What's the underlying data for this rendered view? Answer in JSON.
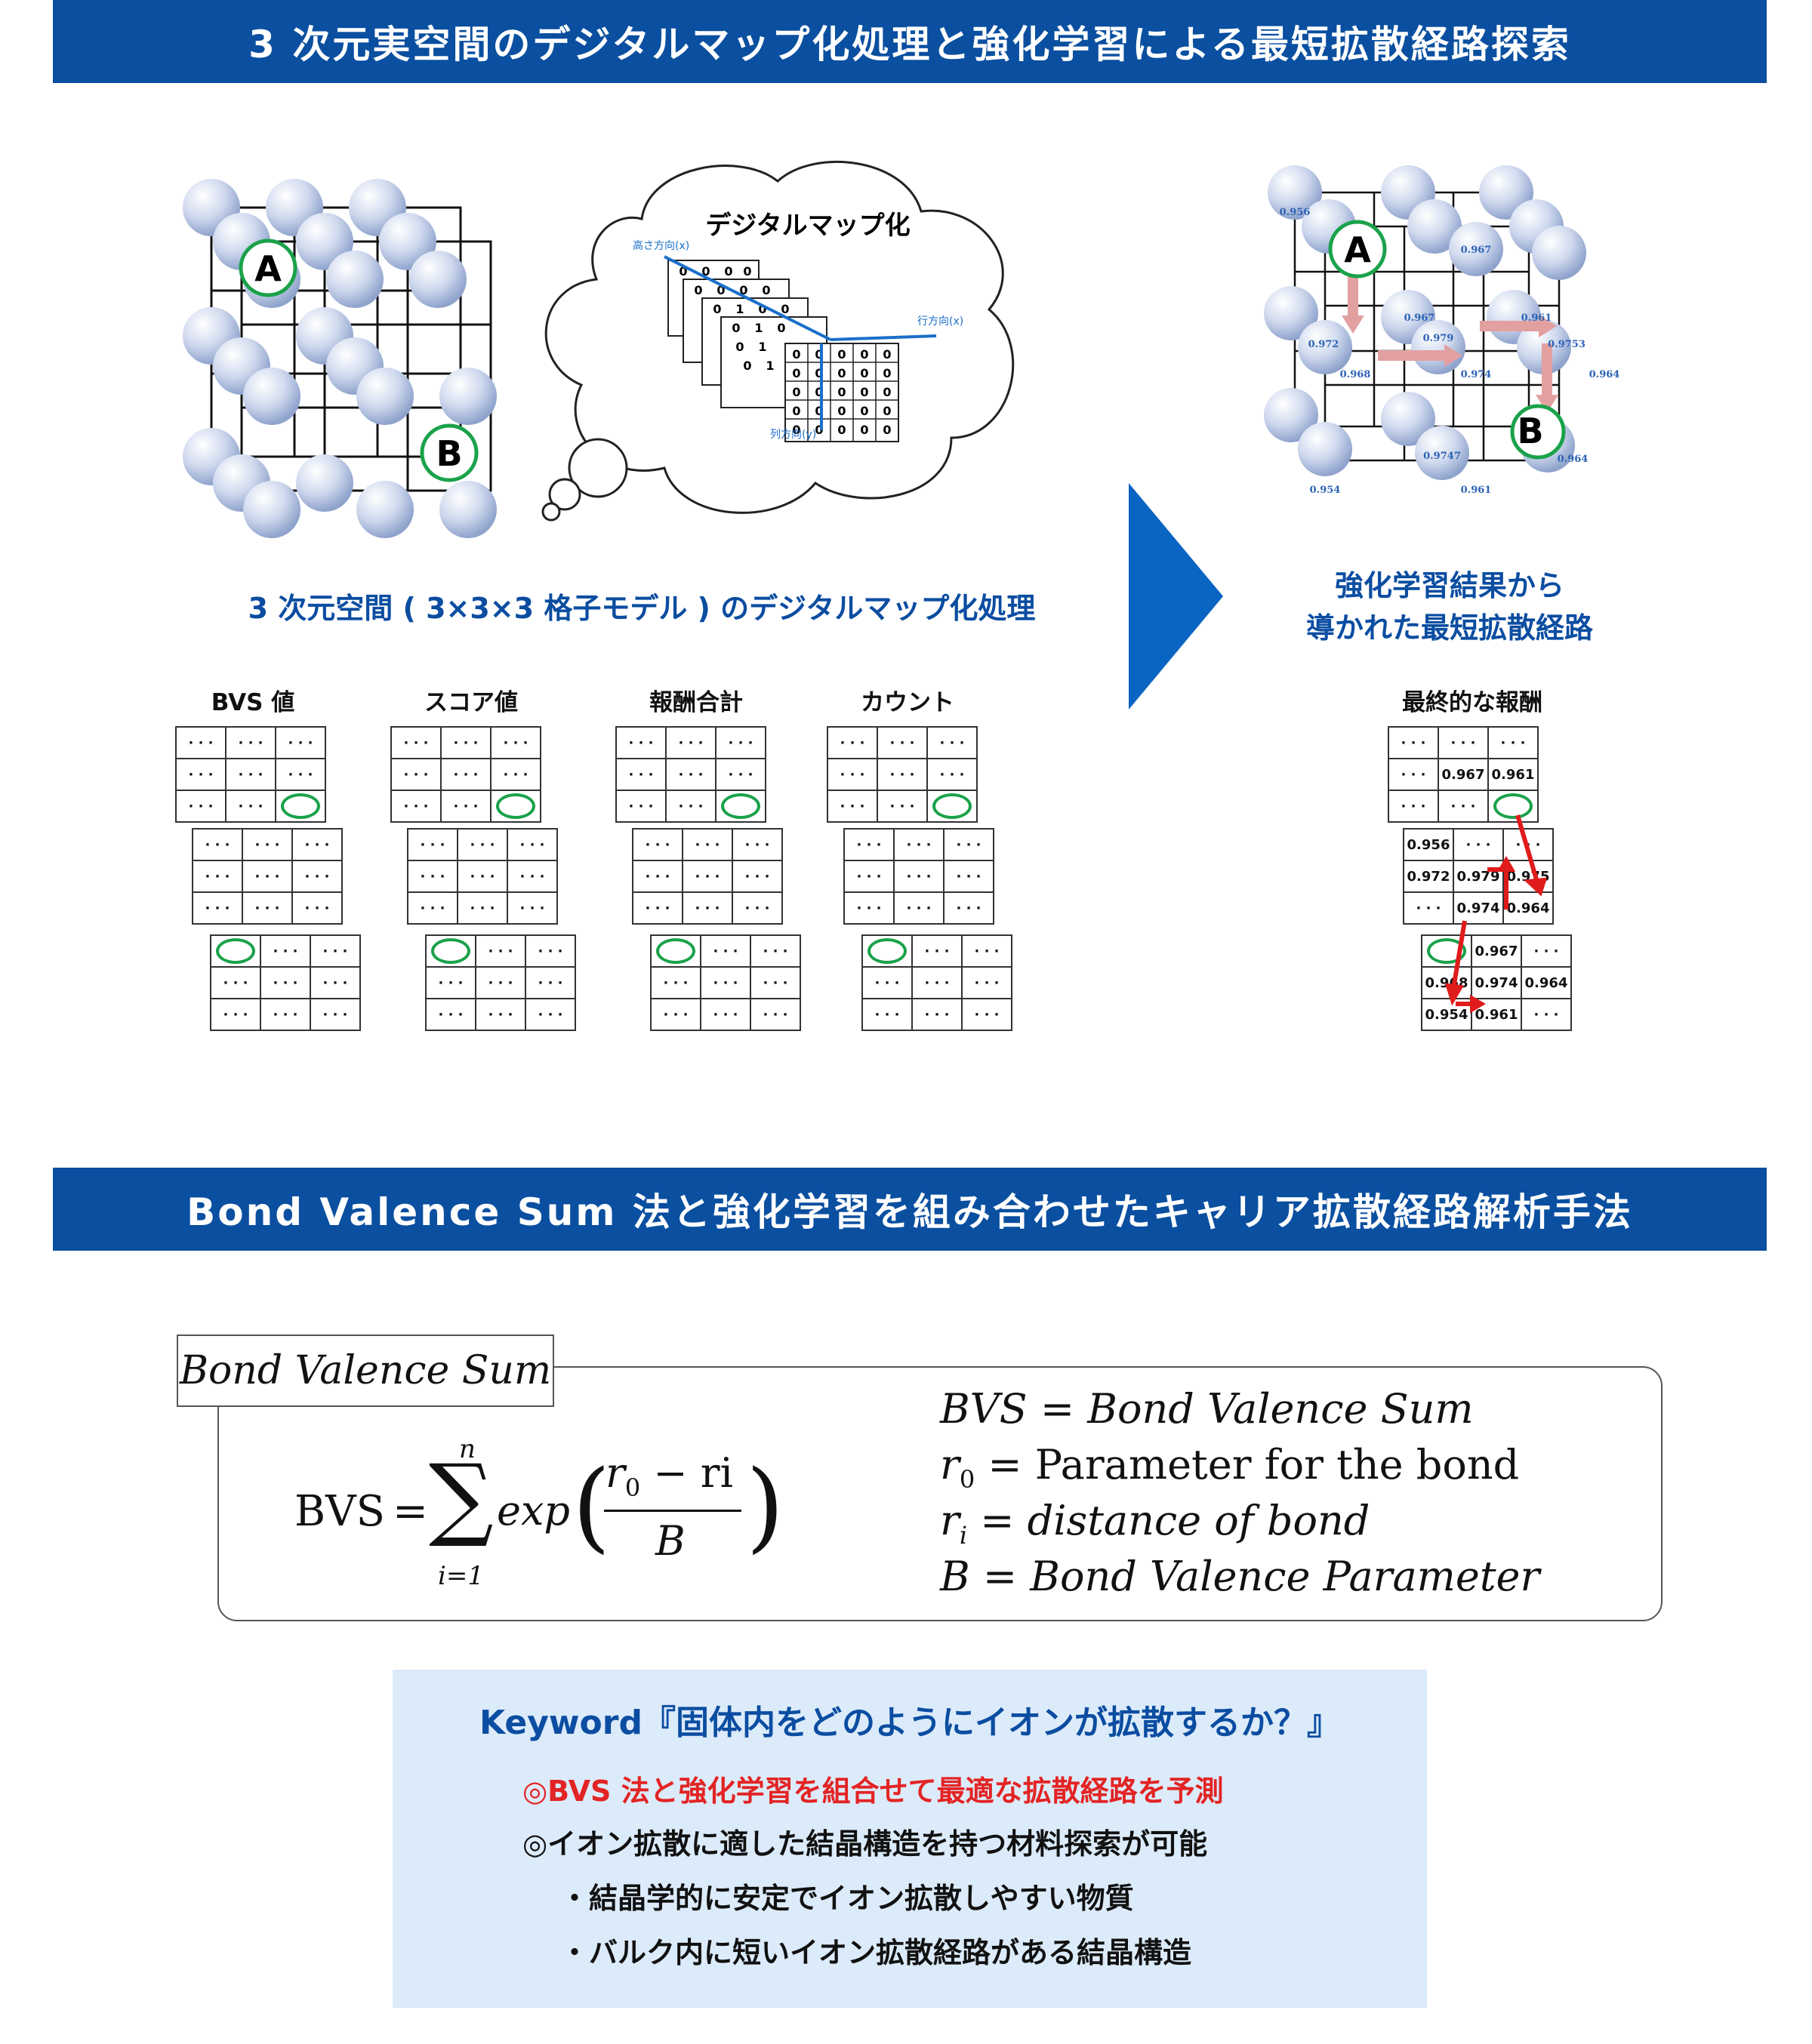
{
  "colors": {
    "banner": "#0a4fa0",
    "caption": "#0b4da1",
    "highlight_red": "#e01b1b",
    "ring_green": "#1aa24a"
  },
  "header1": "3 次元実空間のデジタルマップ化処理と強化学習による最短拡散経路探索",
  "header2": "Bond Valence Sum 法と強化学習を組み合わせたキャリア拡散経路解析手法",
  "lattice_left": {
    "point_a": "A",
    "point_b": "B"
  },
  "cloud": {
    "title": "デジタルマップ化",
    "axis_height": "高さ方向(x)",
    "axis_row": "行方向(x)",
    "axis_col": "列方向(y)",
    "digit_zero": "0",
    "digit_one": "1"
  },
  "caption_left": "3 次元空間 ( 3×3×3 格子モデル ) のデジタルマップ化処理",
  "caption_right_line1": "強化学習結果から",
  "caption_right_line2": "導かれた最短拡散経路",
  "lattice_right": {
    "point_a": "A",
    "point_b": "B",
    "values": [
      "0.956",
      "0.967",
      "0.967",
      "0.961",
      "0.972",
      "0.979",
      "0.9753",
      "0.964",
      "0.968",
      "0.974",
      "0.964",
      "0.9747",
      "0.954",
      "0.961"
    ]
  },
  "grid_labels": [
    "BVS 値",
    "スコア値",
    "報酬合計",
    "カウント",
    "最終的な報酬"
  ],
  "dots": "· · ·",
  "final_reward": {
    "layer1": [
      [
        "· · ·",
        "· · ·",
        "· · ·"
      ],
      [
        "· · ·",
        "0.967",
        "0.961"
      ],
      [
        "· · ·",
        "· · ·",
        ""
      ]
    ],
    "layer2": [
      [
        "0.956",
        "· · ·",
        "· · ·"
      ],
      [
        "0.972",
        "0.979",
        "0.975"
      ],
      [
        "· · ·",
        "0.974",
        "0.964"
      ]
    ],
    "layer3": [
      [
        "",
        "0.967",
        "· · ·"
      ],
      [
        "0.968",
        "0.974",
        "0.964"
      ],
      [
        "0.954",
        "0.961",
        "· · ·"
      ]
    ]
  },
  "formula": {
    "tag": "Bond Valence Sum",
    "lhs": "BVS",
    "eq": "=",
    "sum_top": "n",
    "sum_bottom": "i=1",
    "exp": "exp",
    "numer": "r",
    "numer_sub": "0",
    "numer_rest": " − ri",
    "denom": "B",
    "defs": [
      {
        "sym": "BVS",
        "sub": "",
        "rest": " = Bond Valence Sum",
        "italic": true
      },
      {
        "sym": "r",
        "sub": "0",
        "rest": " = Parameter for the bond",
        "italic": false
      },
      {
        "sym": "r",
        "sub": "i",
        "rest": " = distance of bond",
        "italic": true
      },
      {
        "sym": "B",
        "sub": "",
        "rest": " = Bond Valence Parameter",
        "italic": true
      }
    ]
  },
  "keyword": {
    "title": "Keyword『固体内をどのようにイオンが拡散するか？』",
    "red_line": "◎BVS 法と強化学習を組合せて最適な拡散経路を予測",
    "line2": "◎イオン拡散に適した結晶構造を持つ材料探索が可能",
    "bullet1": "・結晶学的に安定でイオン拡散しやすい物質",
    "bullet2": "・バルク内に短いイオン拡散経路がある結晶構造"
  }
}
